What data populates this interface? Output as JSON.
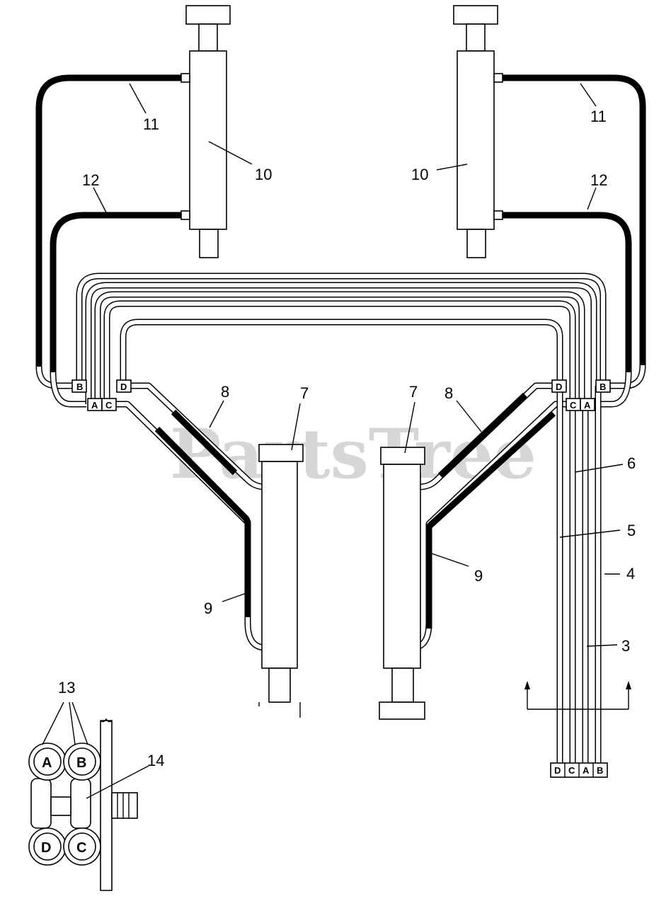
{
  "watermark": "PartsTree",
  "callouts": {
    "c3": "3",
    "c4": "4",
    "c5": "5",
    "c6": "6",
    "c7_left": "7",
    "c7_right": "7",
    "c8_left": "8",
    "c8_right": "8",
    "c9_left": "9",
    "c9_right": "9",
    "c10_left": "10",
    "c10_right": "10",
    "c11_left": "11",
    "c11_right": "11",
    "c12_left": "12",
    "c12_right": "12",
    "c13": "13",
    "c14": "14"
  },
  "port_tags": {
    "left_b": "B",
    "left_a": "A",
    "left_c": "C",
    "left_d": "D",
    "right_d": "D",
    "right_b": "B",
    "right_c": "C",
    "right_a": "A",
    "bottom_d": "D",
    "bottom_c": "C",
    "bottom_a": "A",
    "bottom_b": "B"
  },
  "clamp_letters": {
    "a": "A",
    "b": "B",
    "d": "D",
    "c": "C"
  }
}
